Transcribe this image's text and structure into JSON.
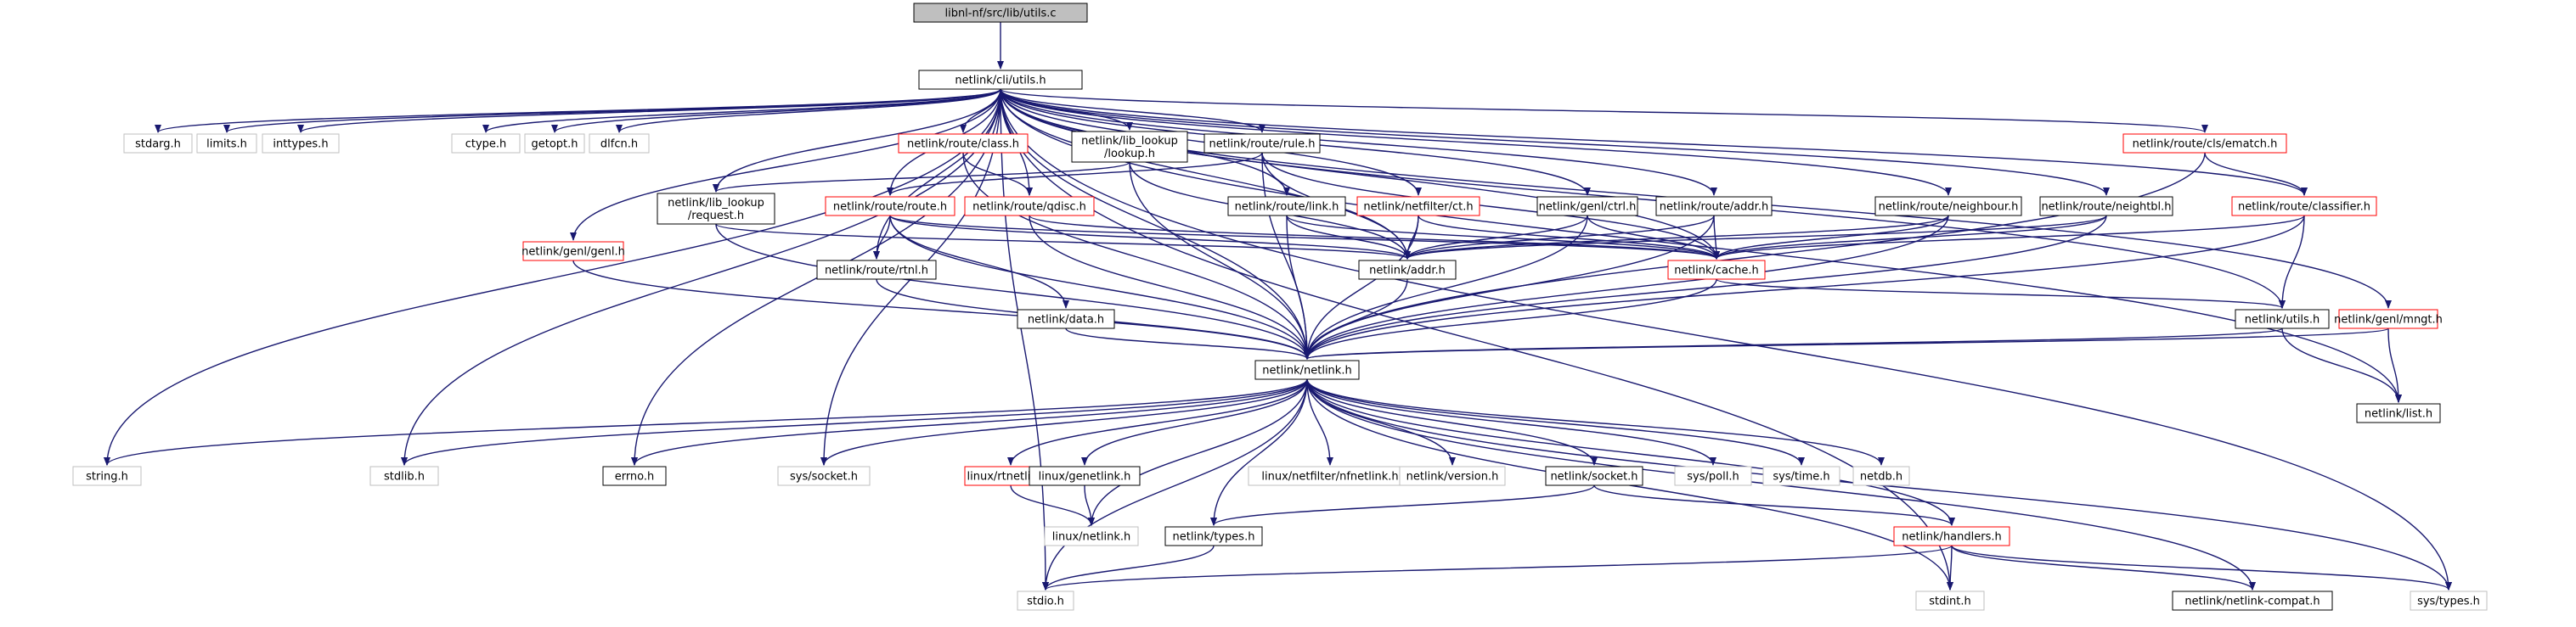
{
  "diagram": {
    "colors": {
      "edge": "#191970",
      "border_black": "#000000",
      "border_red": "#ff0000",
      "border_gray": "#bfbfbf",
      "fill_root": "#bfbfbf",
      "text": "#000000"
    },
    "nodes": [
      {
        "id": "root",
        "label": "libnl-nf/src/lib/utils.c",
        "style": "root"
      },
      {
        "id": "cli_utils",
        "label": "netlink/cli/utils.h",
        "style": "black"
      },
      {
        "id": "stdarg",
        "label": "stdarg.h",
        "style": "gray"
      },
      {
        "id": "limits",
        "label": "limits.h",
        "style": "gray"
      },
      {
        "id": "inttypes",
        "label": "inttypes.h",
        "style": "gray"
      },
      {
        "id": "ctype",
        "label": "ctype.h",
        "style": "gray"
      },
      {
        "id": "getopt",
        "label": "getopt.h",
        "style": "gray"
      },
      {
        "id": "dlfcn",
        "label": "dlfcn.h",
        "style": "gray"
      },
      {
        "id": "route_class",
        "label": "netlink/route/class.h",
        "style": "red"
      },
      {
        "id": "lib_lookup",
        "label": "netlink/lib_lookup\n/lookup.h",
        "style": "black"
      },
      {
        "id": "route_rule",
        "label": "netlink/route/rule.h",
        "style": "black"
      },
      {
        "id": "cls_ematch",
        "label": "netlink/route/cls/ematch.h",
        "style": "red"
      },
      {
        "id": "lookup_request",
        "label": "netlink/lib_lookup\n/request.h",
        "style": "black"
      },
      {
        "id": "route_route",
        "label": "netlink/route/route.h",
        "style": "red"
      },
      {
        "id": "route_qdisc",
        "label": "netlink/route/qdisc.h",
        "style": "red"
      },
      {
        "id": "route_link",
        "label": "netlink/route/link.h",
        "style": "black"
      },
      {
        "id": "netfilter_ct",
        "label": "netlink/netfilter/ct.h",
        "style": "red"
      },
      {
        "id": "genl_ctrl",
        "label": "netlink/genl/ctrl.h",
        "style": "black"
      },
      {
        "id": "route_addr",
        "label": "netlink/route/addr.h",
        "style": "black"
      },
      {
        "id": "route_neighbour",
        "label": "netlink/route/neighbour.h",
        "style": "black"
      },
      {
        "id": "route_neightbl",
        "label": "netlink/route/neightbl.h",
        "style": "black"
      },
      {
        "id": "route_classifier",
        "label": "netlink/route/classifier.h",
        "style": "red"
      },
      {
        "id": "genl_genl",
        "label": "netlink/genl/genl.h",
        "style": "red"
      },
      {
        "id": "route_rtnl",
        "label": "netlink/route/rtnl.h",
        "style": "black"
      },
      {
        "id": "addr",
        "label": "netlink/addr.h",
        "style": "black"
      },
      {
        "id": "cache",
        "label": "netlink/cache.h",
        "style": "red"
      },
      {
        "id": "data",
        "label": "netlink/data.h",
        "style": "black"
      },
      {
        "id": "nl_utils",
        "label": "netlink/utils.h",
        "style": "black"
      },
      {
        "id": "genl_mngt",
        "label": "netlink/genl/mngt.h",
        "style": "red"
      },
      {
        "id": "netlink",
        "label": "netlink/netlink.h",
        "style": "black"
      },
      {
        "id": "list",
        "label": "netlink/list.h",
        "style": "black"
      },
      {
        "id": "string",
        "label": "string.h",
        "style": "gray"
      },
      {
        "id": "stdlib",
        "label": "stdlib.h",
        "style": "gray"
      },
      {
        "id": "errno",
        "label": "errno.h",
        "style": "black"
      },
      {
        "id": "sys_socket",
        "label": "sys/socket.h",
        "style": "gray"
      },
      {
        "id": "linux_rtnetlink",
        "label": "linux/rtnetlink.h",
        "style": "red"
      },
      {
        "id": "linux_genetlink",
        "label": "linux/genetlink.h",
        "style": "black"
      },
      {
        "id": "linux_nfnetlink",
        "label": "linux/netfilter/nfnetlink.h",
        "style": "gray"
      },
      {
        "id": "nl_version",
        "label": "netlink/version.h",
        "style": "gray"
      },
      {
        "id": "nl_socket",
        "label": "netlink/socket.h",
        "style": "black"
      },
      {
        "id": "sys_poll",
        "label": "sys/poll.h",
        "style": "gray"
      },
      {
        "id": "sys_time",
        "label": "sys/time.h",
        "style": "gray"
      },
      {
        "id": "netdb",
        "label": "netdb.h",
        "style": "gray"
      },
      {
        "id": "linux_netlink",
        "label": "linux/netlink.h",
        "style": "gray"
      },
      {
        "id": "nl_types",
        "label": "netlink/types.h",
        "style": "black"
      },
      {
        "id": "handlers",
        "label": "netlink/handlers.h",
        "style": "red"
      },
      {
        "id": "stdio",
        "label": "stdio.h",
        "style": "gray"
      },
      {
        "id": "stdint",
        "label": "stdint.h",
        "style": "gray"
      },
      {
        "id": "compat",
        "label": "netlink/netlink-compat.h",
        "style": "black"
      },
      {
        "id": "sys_types",
        "label": "sys/types.h",
        "style": "gray"
      }
    ],
    "edges": [
      [
        "root",
        "cli_utils"
      ],
      [
        "cli_utils",
        "stdarg"
      ],
      [
        "cli_utils",
        "limits"
      ],
      [
        "cli_utils",
        "inttypes"
      ],
      [
        "cli_utils",
        "ctype"
      ],
      [
        "cli_utils",
        "getopt"
      ],
      [
        "cli_utils",
        "dlfcn"
      ],
      [
        "cli_utils",
        "route_class"
      ],
      [
        "cli_utils",
        "lib_lookup"
      ],
      [
        "cli_utils",
        "route_rule"
      ],
      [
        "cli_utils",
        "cls_ematch"
      ],
      [
        "cli_utils",
        "lookup_request"
      ],
      [
        "cli_utils",
        "route_route"
      ],
      [
        "cli_utils",
        "route_qdisc"
      ],
      [
        "cli_utils",
        "route_link"
      ],
      [
        "cli_utils",
        "netfilter_ct"
      ],
      [
        "cli_utils",
        "genl_ctrl"
      ],
      [
        "cli_utils",
        "route_addr"
      ],
      [
        "cli_utils",
        "route_neighbour"
      ],
      [
        "cli_utils",
        "route_neightbl"
      ],
      [
        "cli_utils",
        "route_classifier"
      ],
      [
        "cli_utils",
        "genl_genl"
      ],
      [
        "cli_utils",
        "route_rtnl"
      ],
      [
        "cli_utils",
        "addr"
      ],
      [
        "cli_utils",
        "nl_utils"
      ],
      [
        "cli_utils",
        "genl_mngt"
      ],
      [
        "cli_utils",
        "netlink"
      ],
      [
        "cli_utils",
        "list"
      ],
      [
        "cli_utils",
        "string"
      ],
      [
        "cli_utils",
        "stdlib"
      ],
      [
        "cli_utils",
        "errno"
      ],
      [
        "cli_utils",
        "sys_socket"
      ],
      [
        "cli_utils",
        "stdio"
      ],
      [
        "cli_utils",
        "stdint"
      ],
      [
        "cli_utils",
        "sys_types"
      ],
      [
        "cli_utils",
        "cache"
      ],
      [
        "route_class",
        "route_qdisc"
      ],
      [
        "route_class",
        "netlink"
      ],
      [
        "lib_lookup",
        "lookup_request"
      ],
      [
        "lib_lookup",
        "addr"
      ],
      [
        "lib_lookup",
        "netlink"
      ],
      [
        "route_rule",
        "route_route"
      ],
      [
        "route_rule",
        "addr"
      ],
      [
        "route_rule",
        "cache"
      ],
      [
        "route_rule",
        "netlink"
      ],
      [
        "cls_ematch",
        "route_classifier"
      ],
      [
        "cls_ematch",
        "netlink"
      ],
      [
        "lookup_request",
        "addr"
      ],
      [
        "lookup_request",
        "netlink"
      ],
      [
        "route_route",
        "route_rtnl"
      ],
      [
        "route_route",
        "data"
      ],
      [
        "route_route",
        "addr"
      ],
      [
        "route_route",
        "cache"
      ],
      [
        "route_route",
        "netlink"
      ],
      [
        "route_qdisc",
        "cache"
      ],
      [
        "route_qdisc",
        "netlink"
      ],
      [
        "route_link",
        "addr"
      ],
      [
        "route_link",
        "netlink"
      ],
      [
        "route_link",
        "cache"
      ],
      [
        "netfilter_ct",
        "addr"
      ],
      [
        "netfilter_ct",
        "cache"
      ],
      [
        "netfilter_ct",
        "netlink"
      ],
      [
        "genl_ctrl",
        "addr"
      ],
      [
        "genl_ctrl",
        "cache"
      ],
      [
        "genl_ctrl",
        "netlink"
      ],
      [
        "route_addr",
        "addr"
      ],
      [
        "route_addr",
        "cache"
      ],
      [
        "route_addr",
        "netlink"
      ],
      [
        "route_neighbour",
        "addr"
      ],
      [
        "route_neighbour",
        "cache"
      ],
      [
        "route_neighbour",
        "netlink"
      ],
      [
        "route_neightbl",
        "addr"
      ],
      [
        "route_neightbl",
        "cache"
      ],
      [
        "route_neightbl",
        "netlink"
      ],
      [
        "route_classifier",
        "cache"
      ],
      [
        "route_classifier",
        "nl_utils"
      ],
      [
        "route_classifier",
        "netlink"
      ],
      [
        "genl_genl",
        "netlink"
      ],
      [
        "route_rtnl",
        "netlink"
      ],
      [
        "addr",
        "netlink"
      ],
      [
        "cache",
        "nl_utils"
      ],
      [
        "cache",
        "netlink"
      ],
      [
        "data",
        "netlink"
      ],
      [
        "nl_utils",
        "netlink"
      ],
      [
        "nl_utils",
        "list"
      ],
      [
        "genl_mngt",
        "netlink"
      ],
      [
        "genl_mngt",
        "list"
      ],
      [
        "netlink",
        "string"
      ],
      [
        "netlink",
        "stdlib"
      ],
      [
        "netlink",
        "errno"
      ],
      [
        "netlink",
        "sys_socket"
      ],
      [
        "netlink",
        "linux_rtnetlink"
      ],
      [
        "netlink",
        "linux_genetlink"
      ],
      [
        "netlink",
        "linux_nfnetlink"
      ],
      [
        "netlink",
        "nl_version"
      ],
      [
        "netlink",
        "nl_socket"
      ],
      [
        "netlink",
        "sys_poll"
      ],
      [
        "netlink",
        "sys_time"
      ],
      [
        "netlink",
        "netdb"
      ],
      [
        "netlink",
        "linux_netlink"
      ],
      [
        "netlink",
        "nl_types"
      ],
      [
        "netlink",
        "handlers"
      ],
      [
        "netlink",
        "stdio"
      ],
      [
        "netlink",
        "stdint"
      ],
      [
        "netlink",
        "compat"
      ],
      [
        "netlink",
        "sys_types"
      ],
      [
        "linux_rtnetlink",
        "linux_netlink"
      ],
      [
        "linux_genetlink",
        "linux_netlink"
      ],
      [
        "nl_socket",
        "nl_types"
      ],
      [
        "nl_socket",
        "handlers"
      ],
      [
        "nl_types",
        "stdio"
      ],
      [
        "handlers",
        "stdio"
      ],
      [
        "handlers",
        "stdint"
      ],
      [
        "handlers",
        "compat"
      ],
      [
        "handlers",
        "sys_types"
      ]
    ]
  }
}
